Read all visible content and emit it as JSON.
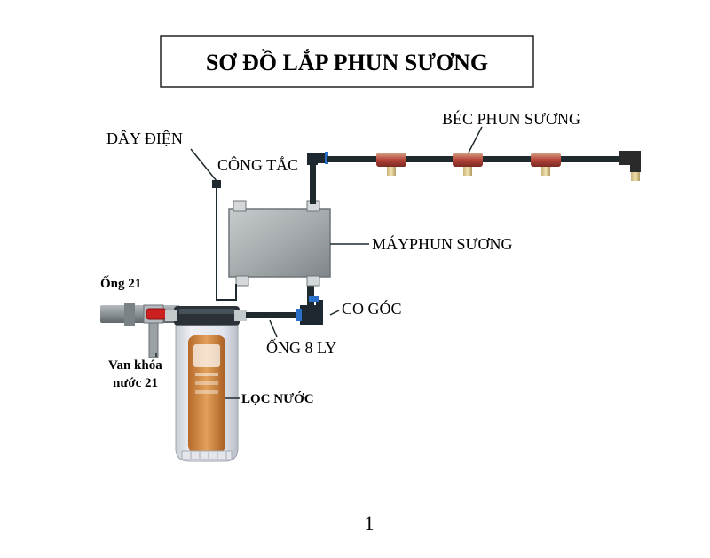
{
  "title": "SƠ ĐỒ LẮP PHUN SƯƠNG",
  "labels": {
    "day_dien": "DÂY ĐIỆN",
    "cong_tac": "CÔNG TẮC",
    "bec_phun_suong": "BÉC PHUN SƯƠNG",
    "may_phun_suong": "MÁYPHUN SƯƠNG",
    "co_goc": "CO GÓC",
    "ong_8_ly": "ỐNG 8 LY",
    "ong_21": "Ống 21",
    "van_khoa_line1": "Van khóa",
    "van_khoa_line2": "nước 21",
    "loc_nuoc": "LỌC NƯỚC"
  },
  "page_number": "1",
  "colors": {
    "pipe": "#1f2a2e",
    "machine": "#a7acae",
    "valve": "#cc1f1f",
    "gray_pipe": "#8e969a",
    "filter_cartridge": "#d98a3a",
    "nozzle": "#b5453a"
  }
}
